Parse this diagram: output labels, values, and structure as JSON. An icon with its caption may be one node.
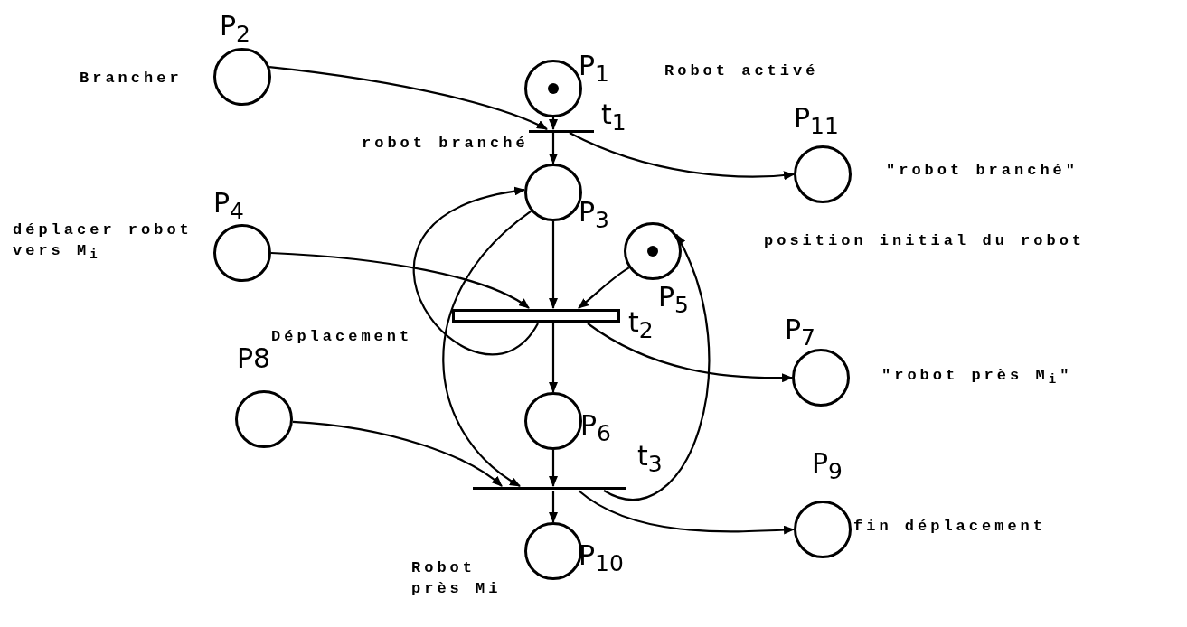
{
  "diagram": {
    "nodes": [
      {
        "text": [],
        "shape": "circle",
        "beside": [
          "P$_{2}$",
          "Brancher"
        ]
      },
      {
        "text": [],
        "shape": "circle",
        "beside": [
          "P$_{1}$",
          "Robot activé"
        ]
      },
      {
        "text": [],
        "shape": "bar",
        "beside": [
          "t$_{1}$",
          "robot branché"
        ]
      },
      {
        "text": [],
        "shape": "circle",
        "beside": [
          "P$_{3}$"
        ]
      },
      {
        "text": [],
        "shape": "circle",
        "beside": [
          "P$_{11}$",
          "\"robot branché\"",
          "position initial du robot"
        ]
      },
      {
        "text": [],
        "shape": "circle",
        "beside": [
          "P$_{4}$",
          "déplacer robot vers M$_{i}$"
        ]
      },
      {
        "text": [],
        "shape": "circle",
        "beside": [
          "P$_{5}$"
        ]
      },
      {
        "text": [],
        "shape": "bar",
        "beside": [
          "t$_{2}$",
          "Déplacement"
        ]
      },
      {
        "text": [],
        "shape": "circle",
        "beside": [
          "P$_{7}$",
          "\"robot près M$_{i}$\""
        ]
      },
      {
        "text": [],
        "shape": "circle",
        "beside": [
          "P8"
        ]
      },
      {
        "text": [],
        "shape": "circle",
        "beside": [
          "P$_{6}$"
        ]
      },
      {
        "text": [],
        "shape": "bar",
        "beside": [
          "t$_{3}$"
        ]
      },
      {
        "text": [],
        "shape": "circle",
        "beside": [
          "P$_{9}$",
          "fin déplacement"
        ]
      },
      {
        "text": [],
        "shape": "circle",
        "beside": [
          "P$_{10}$",
          "Robot près Mi"
        ]
      }
    ],
    "edges": [
      {
        "from": 0,
        "to": 2,
        "arrow": "to"
      },
      {
        "from": 1,
        "to": 2,
        "arrow": "to"
      },
      {
        "from": 2,
        "to": 3,
        "arrow": "to"
      },
      {
        "from": 2,
        "to": 4,
        "arrow": "to"
      },
      {
        "from": 5,
        "to": 7,
        "arrow": "to"
      },
      {
        "from": 3,
        "to": 7,
        "arrow": "to"
      },
      {
        "from": 6,
        "to": 7,
        "arrow": "to"
      },
      {
        "from": 7,
        "to": 10,
        "arrow": "to"
      },
      {
        "from": 7,
        "to": 8,
        "arrow": "to"
      },
      {
        "from": 7,
        "to": 3,
        "arrow": "to"
      },
      {
        "from": 3,
        "to": 11,
        "arrow": "to"
      },
      {
        "from": 9,
        "to": 11,
        "arrow": "to"
      },
      {
        "from": 10,
        "to": 11,
        "arrow": "to"
      },
      {
        "from": 11,
        "to": 13,
        "arrow": "to"
      },
      {
        "from": 11,
        "to": 12,
        "arrow": "to"
      },
      {
        "from": 11,
        "to": 6,
        "arrow": "to"
      }
    ]
  }
}
